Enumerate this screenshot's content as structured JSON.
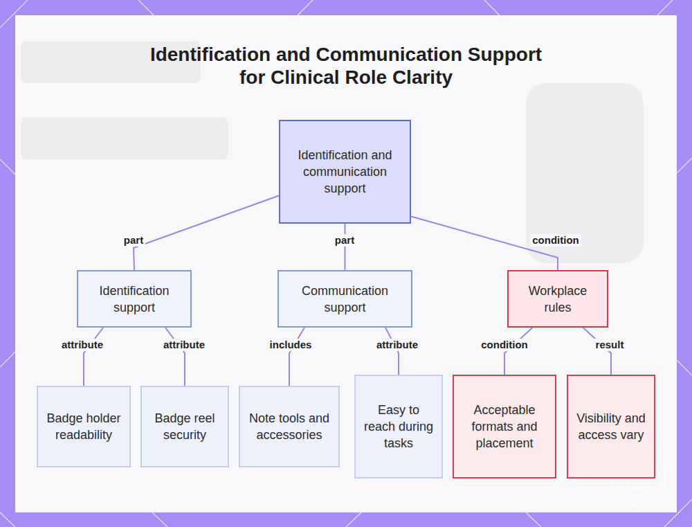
{
  "diagram": {
    "title": "Identification and Communication Support for Clinical Role Clarity",
    "nodes": [
      {
        "text": [
          "Identification and communication support"
        ]
      },
      {
        "text": [
          "Identification support"
        ]
      },
      {
        "text": [
          "Communication support"
        ]
      },
      {
        "text": [
          "Workplace rules"
        ]
      },
      {
        "text": [
          "Badge holder readability"
        ]
      },
      {
        "text": [
          "Badge reel security"
        ]
      },
      {
        "text": [
          "Note tools and accessories"
        ]
      },
      {
        "text": [
          "Easy to reach during tasks"
        ]
      },
      {
        "text": [
          "Acceptable formats and placement"
        ]
      },
      {
        "text": [
          "Visibility and access vary"
        ]
      }
    ],
    "edges": [
      {
        "from": 0,
        "to": 1,
        "label": "part",
        "arrow": "none"
      },
      {
        "from": 0,
        "to": 2,
        "label": "part",
        "arrow": "none"
      },
      {
        "from": 0,
        "to": 3,
        "label": "condition",
        "arrow": "none"
      },
      {
        "from": 1,
        "to": 4,
        "label": "attribute",
        "arrow": "none"
      },
      {
        "from": 1,
        "to": 5,
        "label": "attribute",
        "arrow": "none"
      },
      {
        "from": 2,
        "to": 6,
        "label": "includes",
        "arrow": "none"
      },
      {
        "from": 2,
        "to": 7,
        "label": "attribute",
        "arrow": "none"
      },
      {
        "from": 3,
        "to": 8,
        "label": "condition",
        "arrow": "none"
      },
      {
        "from": 3,
        "to": 9,
        "label": "result",
        "arrow": "none"
      }
    ]
  }
}
